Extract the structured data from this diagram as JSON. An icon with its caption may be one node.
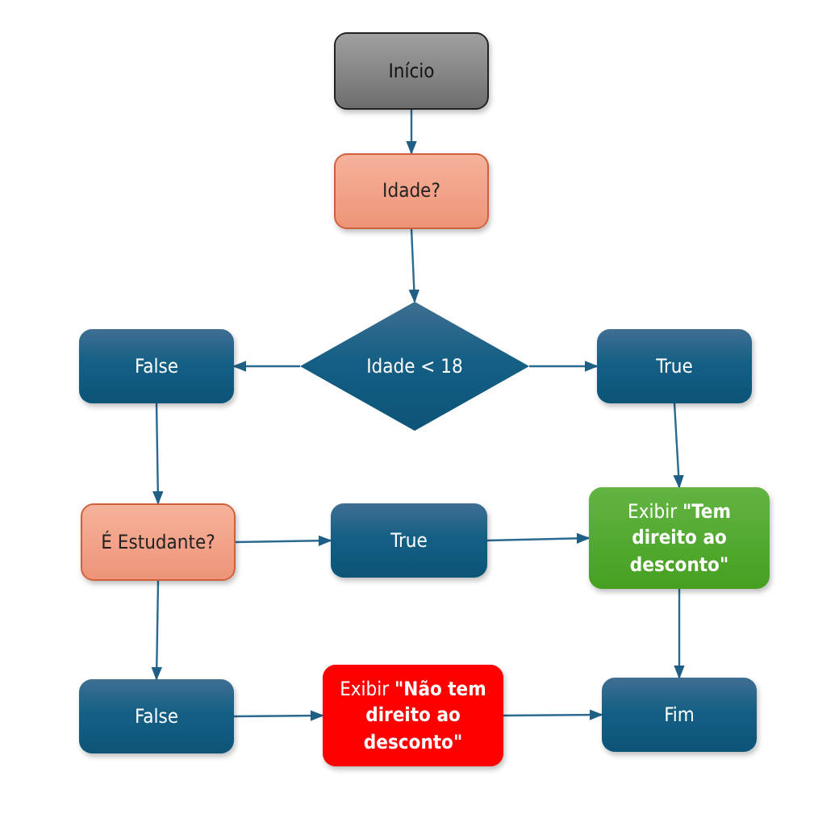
{
  "diagram": {
    "nodes": [
      {
        "text": [
          "Início"
        ]
      },
      {
        "text": [
          "Idade?"
        ]
      },
      {
        "text": [
          "Idade < 18"
        ]
      },
      {
        "text": [
          "False"
        ]
      },
      {
        "text": [
          "True"
        ]
      },
      {
        "text": [
          "É Estudante?"
        ]
      },
      {
        "text": [
          "True"
        ]
      },
      {
        "text": [
          "Exibir **\"Tem direito ao desconto\"**"
        ]
      },
      {
        "text": [
          "False"
        ]
      },
      {
        "text": [
          "Exibir **\"Não tem direito ao desconto\"**"
        ]
      },
      {
        "text": [
          "Fim"
        ]
      }
    ],
    "edges": [
      {
        "from": 0,
        "to": 1,
        "arrow": "to"
      },
      {
        "from": 1,
        "to": 2,
        "arrow": "to"
      },
      {
        "from": 2,
        "to": 3,
        "arrow": "to"
      },
      {
        "from": 2,
        "to": 4,
        "arrow": "to"
      },
      {
        "from": 3,
        "to": 5,
        "arrow": "to"
      },
      {
        "from": 4,
        "to": 7,
        "arrow": "to"
      },
      {
        "from": 5,
        "to": 6,
        "arrow": "to"
      },
      {
        "from": 6,
        "to": 7,
        "arrow": "to"
      },
      {
        "from": 5,
        "to": 8,
        "arrow": "to"
      },
      {
        "from": 7,
        "to": 10,
        "arrow": "to"
      },
      {
        "from": 8,
        "to": 9,
        "arrow": "to"
      },
      {
        "from": 9,
        "to": 10,
        "arrow": "to"
      }
    ]
  }
}
